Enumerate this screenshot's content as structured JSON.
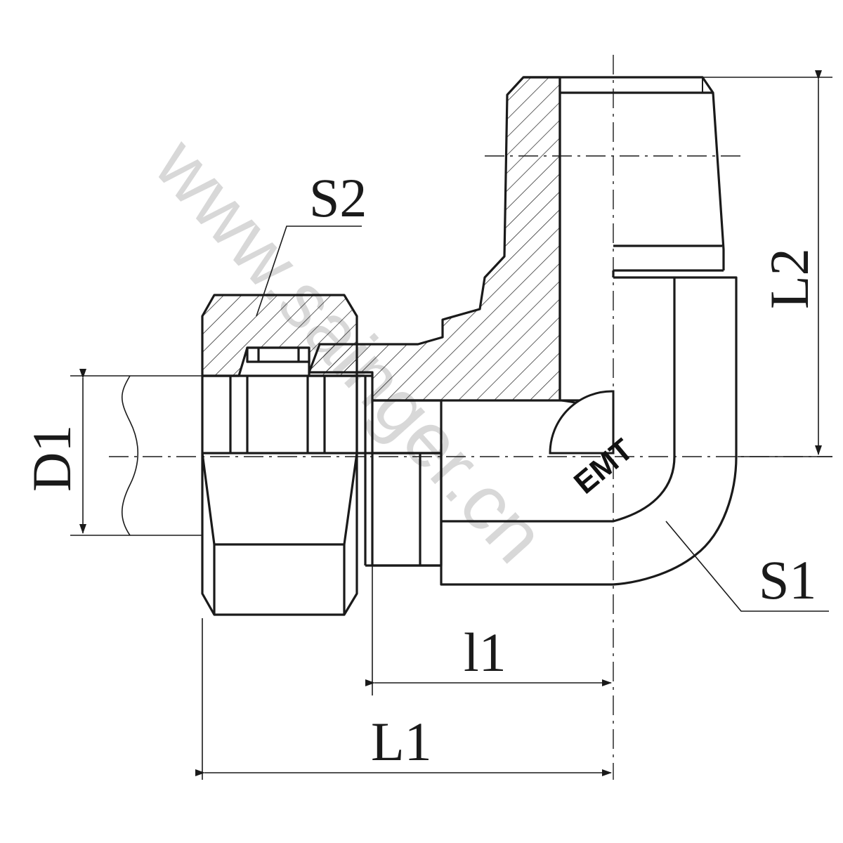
{
  "labels": {
    "s2": "S2",
    "s1": "S1",
    "d1": "D1",
    "l1": "L1",
    "l2": "L2",
    "l1_small": "l1"
  },
  "logo": "EMT",
  "watermark": "www.sainger.cn",
  "colors": {
    "line": "#1a1a1a",
    "hatch": "#1a1a1a",
    "watermark": "#d8d8d8"
  }
}
